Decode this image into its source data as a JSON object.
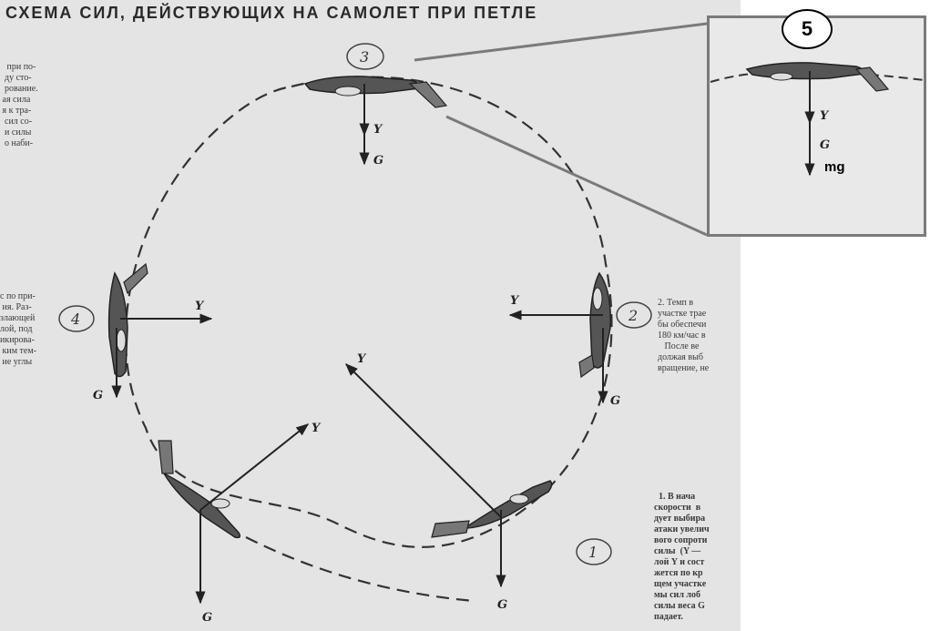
{
  "title": "СХЕМА СИЛ, ДЕЙСТВУЮЩИХ НА САМОЛЕТ ПРИ ПЕТЛЕ",
  "positions": [
    {
      "number": "1"
    },
    {
      "number": "2"
    },
    {
      "number": "3"
    },
    {
      "number": "4"
    }
  ],
  "force_labels": {
    "lift": "Y",
    "weight": "G"
  },
  "zoom_inset": {
    "number": "5",
    "lift": "Y",
    "weight": "G",
    "mg": "mg"
  },
  "side_text": {
    "left_top": "   при по-\n  ду сто-\n  рование.\n ая сила\n я к тра-\n  сил со-\n  и силы\n  о наби-",
    "left_mid": "с по при-\n ия. Раз-\nзлающей\nлой, под\nикирова-\n ким тем-\n ие углы",
    "right_mid": "2. Темп в\nучастке трае\nбы обеспечи\n180 км/час в\n   После ве\nдолжая выб\nвращение, не",
    "right_bot": "  1. В нача\nскорости  в\nдует выбира\nатаки увелич\nвого сопроти\nсилы  (Y —\nлой Y и сост\nжется по кр\nщем участке\nмы сил лоб\nсилы веса G\nпадает."
  },
  "colors": {
    "scan_bg": "#e4e4e4",
    "ink": "#222222",
    "inset_border": "#7a7a7a"
  }
}
